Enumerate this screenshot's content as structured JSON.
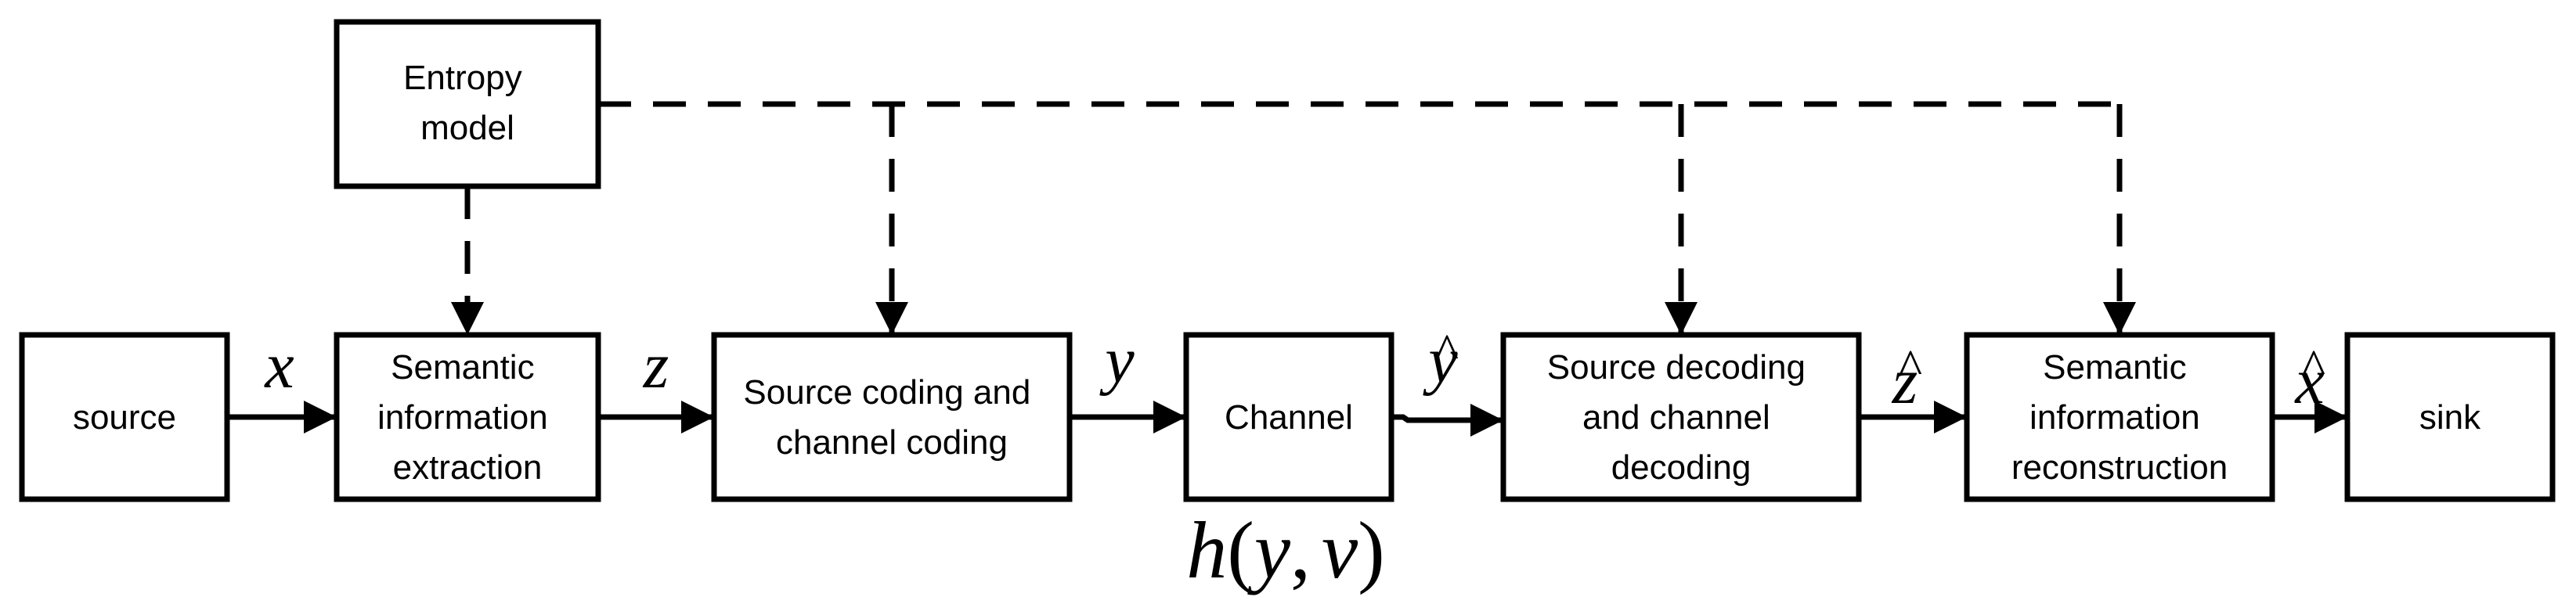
{
  "blocks": {
    "source": {
      "lines": [
        "source"
      ]
    },
    "semantic_extraction": {
      "lines": [
        "Semantic",
        "information",
        "extraction"
      ]
    },
    "source_channel_coding": {
      "lines": [
        "Source coding and",
        "channel coding"
      ]
    },
    "channel": {
      "lines": [
        "Channel"
      ]
    },
    "source_channel_decoding": {
      "lines": [
        "Source decoding",
        "and channel",
        "decoding"
      ]
    },
    "semantic_reconstruction": {
      "lines": [
        "Semantic",
        "information",
        "reconstruction"
      ]
    },
    "sink": {
      "lines": [
        "sink"
      ]
    },
    "entropy_model": {
      "lines": [
        "Entropy",
        "model"
      ]
    }
  },
  "signals": {
    "x": "x",
    "z": "z",
    "y": "y",
    "y_hat": "y",
    "z_hat": "z",
    "x_hat": "x",
    "hat_mark": "^"
  },
  "channel_function": {
    "h": "h",
    "open": "(",
    "y": "y",
    "comma": ",",
    "v": "v",
    "close": ")"
  }
}
